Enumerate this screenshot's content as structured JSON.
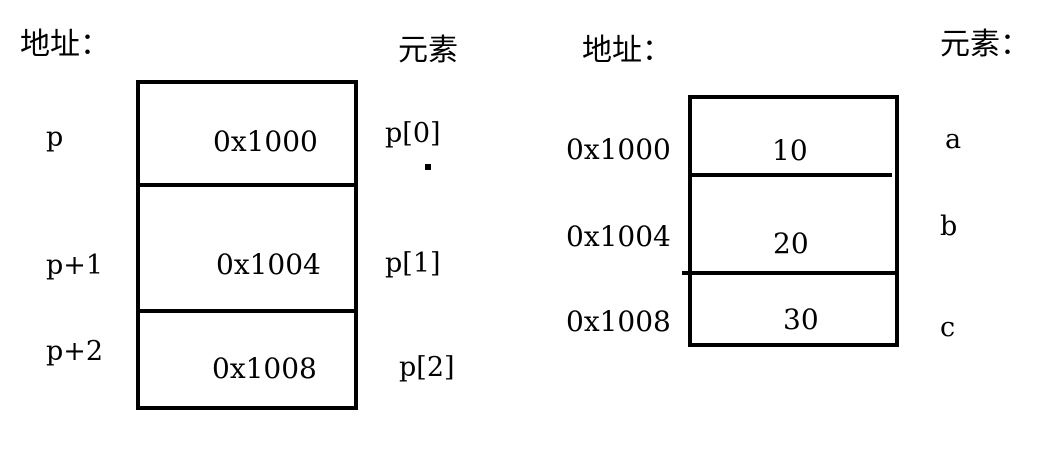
{
  "left": {
    "address_header": "地址：",
    "element_header": "元素",
    "addresses": [
      "p",
      "p+1",
      "p+2"
    ],
    "cells": [
      "0x1000",
      "0x1004",
      "0x1008"
    ],
    "elements": [
      "p[0]",
      "p[1]",
      "p[2]"
    ]
  },
  "right": {
    "address_header": "地址：",
    "element_header": "元素：",
    "addresses": [
      "0x1000",
      "0x1004",
      "0x1008"
    ],
    "cells": [
      "10",
      "20",
      "30"
    ],
    "elements": [
      "a",
      "b",
      "c"
    ]
  },
  "colors": {
    "ink": "#000000",
    "background": "#ffffff"
  }
}
